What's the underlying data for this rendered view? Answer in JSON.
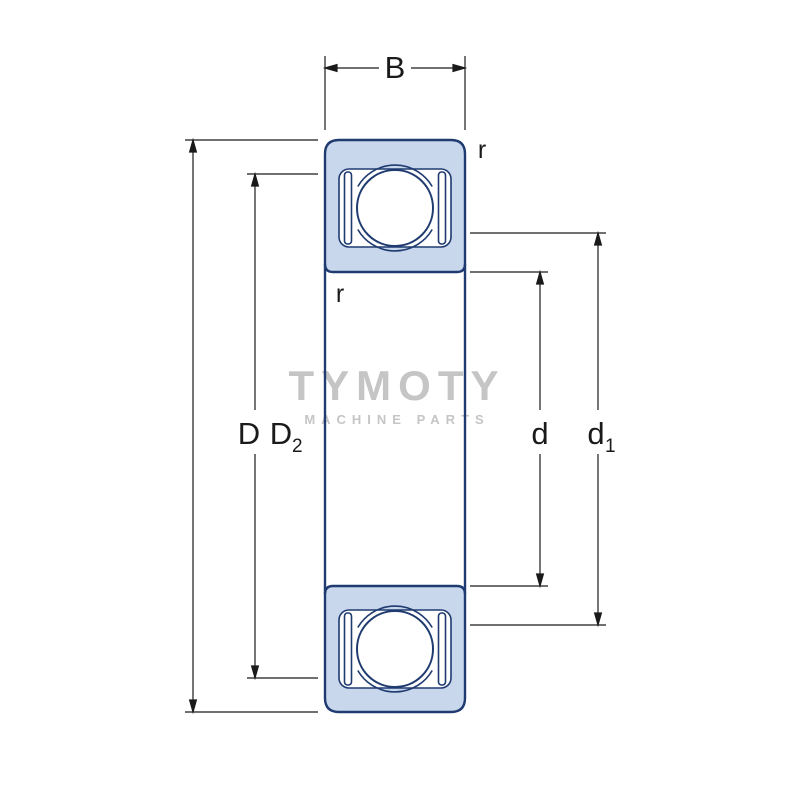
{
  "diagram": {
    "labels": {
      "width": "B",
      "outer_diameter": "D",
      "recess_diameter": {
        "main": "D",
        "sub": "2"
      },
      "bore_diameter": "d",
      "shoulder_diameter": {
        "main": "d",
        "sub": "1"
      },
      "fillet_top_right": "r",
      "fillet_inner": "r"
    },
    "colors": {
      "outline_navy": "#1f3b70",
      "section_fill_blue": "#c9d7ed",
      "dimension_line": "#1a1a1a",
      "watermark_gray": "#c5c5c5",
      "background": "#ffffff"
    }
  },
  "watermark": {
    "title": "TYMOTY",
    "subtitle": "MACHINE PARTS"
  }
}
